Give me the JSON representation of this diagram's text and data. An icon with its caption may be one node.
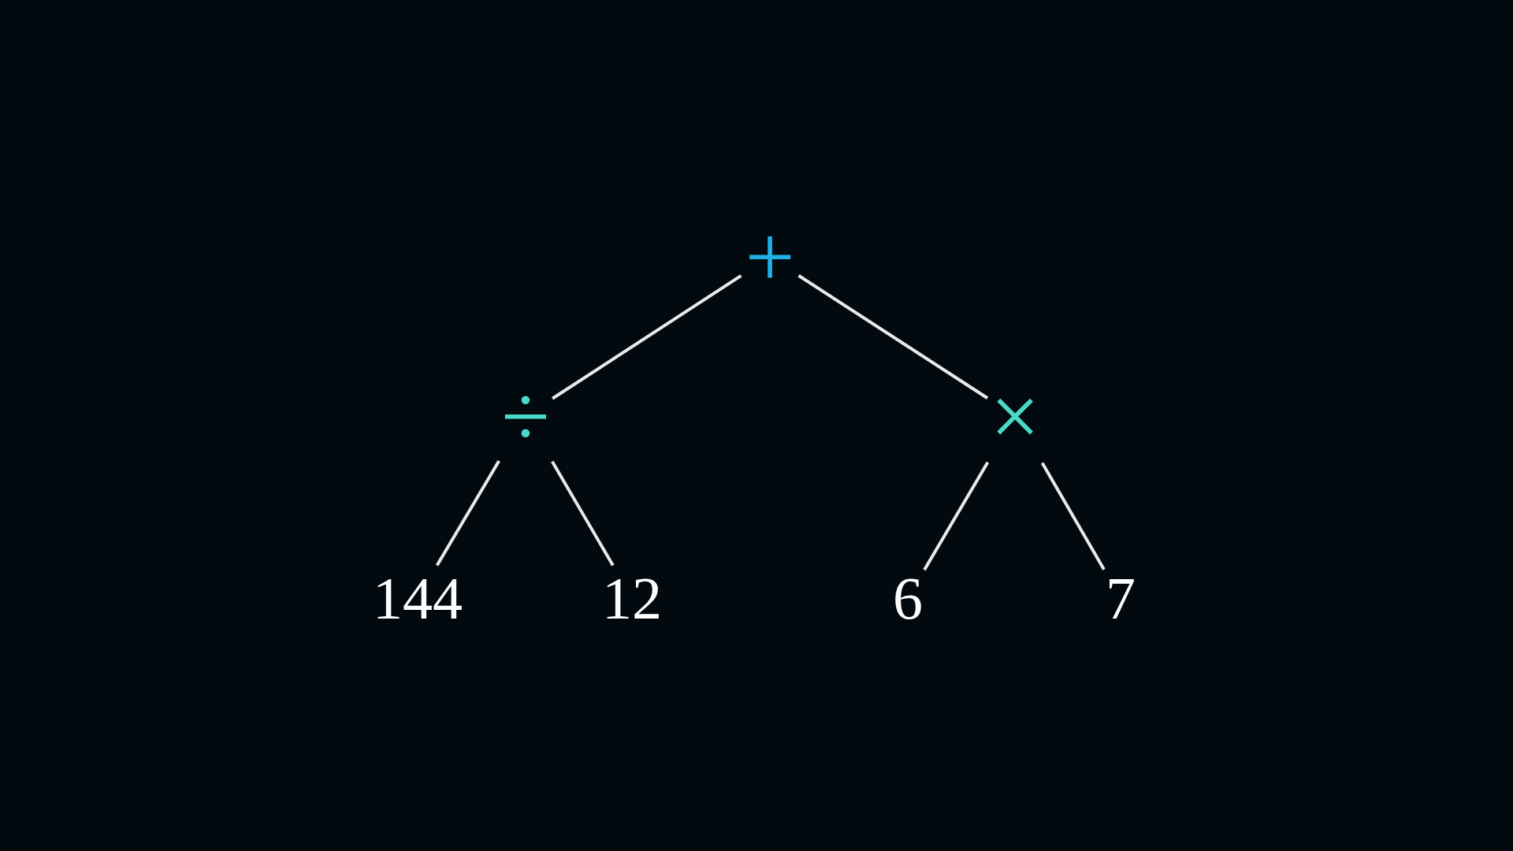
{
  "diagram": {
    "nodes": [
      {
        "text": [
          "+"
        ]
      },
      {
        "text": [
          "÷"
        ]
      },
      {
        "text": [
          "×"
        ]
      },
      {
        "text": [
          "144"
        ]
      },
      {
        "text": [
          "12"
        ]
      },
      {
        "text": [
          "6"
        ]
      },
      {
        "text": [
          "7"
        ]
      }
    ],
    "edges": [
      {
        "from": 0,
        "to": 1,
        "arrow": "none"
      },
      {
        "from": 0,
        "to": 2,
        "arrow": "none"
      },
      {
        "from": 1,
        "to": 3,
        "arrow": "none"
      },
      {
        "from": 1,
        "to": 4,
        "arrow": "none"
      },
      {
        "from": 2,
        "to": 5,
        "arrow": "none"
      },
      {
        "from": 2,
        "to": 6,
        "arrow": "none"
      }
    ]
  }
}
